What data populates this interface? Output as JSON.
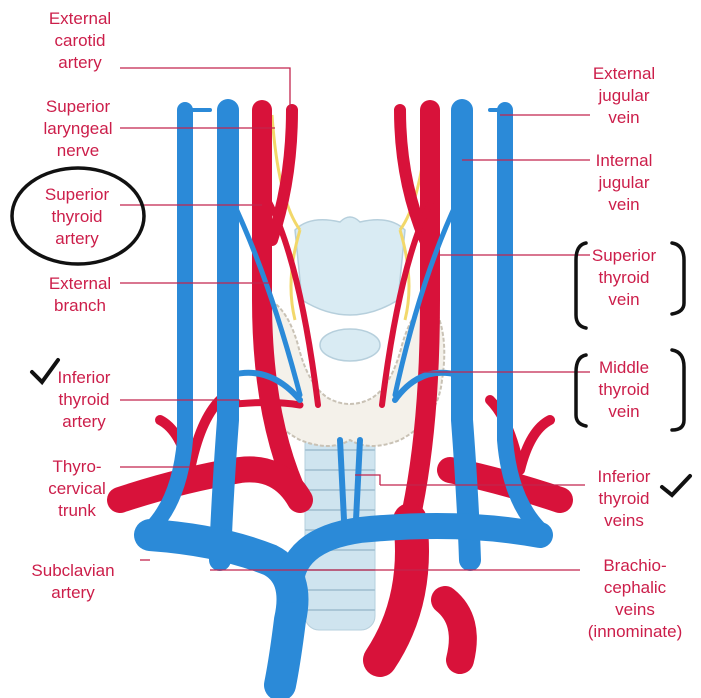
{
  "colors": {
    "artery": "#d8123a",
    "vein": "#2b8ad8",
    "thyroid": "#f4f1ea",
    "trachea": "#cfe4ef",
    "nerve": "#f2d86a",
    "label": "#cc1e4a",
    "leader": "#c2254e",
    "annotation": "#111111"
  },
  "labels": {
    "external_carotid_artery": "External\ncarotid\nartery",
    "superior_laryngeal_nerve": "Superior\nlaryngeal\nnerve",
    "superior_thyroid_artery": "Superior\nthyroid\nartery",
    "external_branch": "External\nbranch",
    "inferior_thyroid_artery": "Inferior\nthyroid\nartery",
    "thyrocervical_trunk": "Thyro-\ncervical\ntrunk",
    "subclavian_artery": "Subclavian\nartery",
    "external_jugular_vein": "External\njugular\nvein",
    "internal_jugular_vein": "Internal\njugular\nvein",
    "superior_thyroid_vein": "Superior\nthyroid\nvein",
    "middle_thyroid_vein": "Middle\nthyroid\nvein",
    "inferior_thyroid_veins": "Inferior\nthyroid\nveins",
    "brachiocephalic_veins": "Brachio-\ncephalic\nveins\n(innominate)"
  }
}
